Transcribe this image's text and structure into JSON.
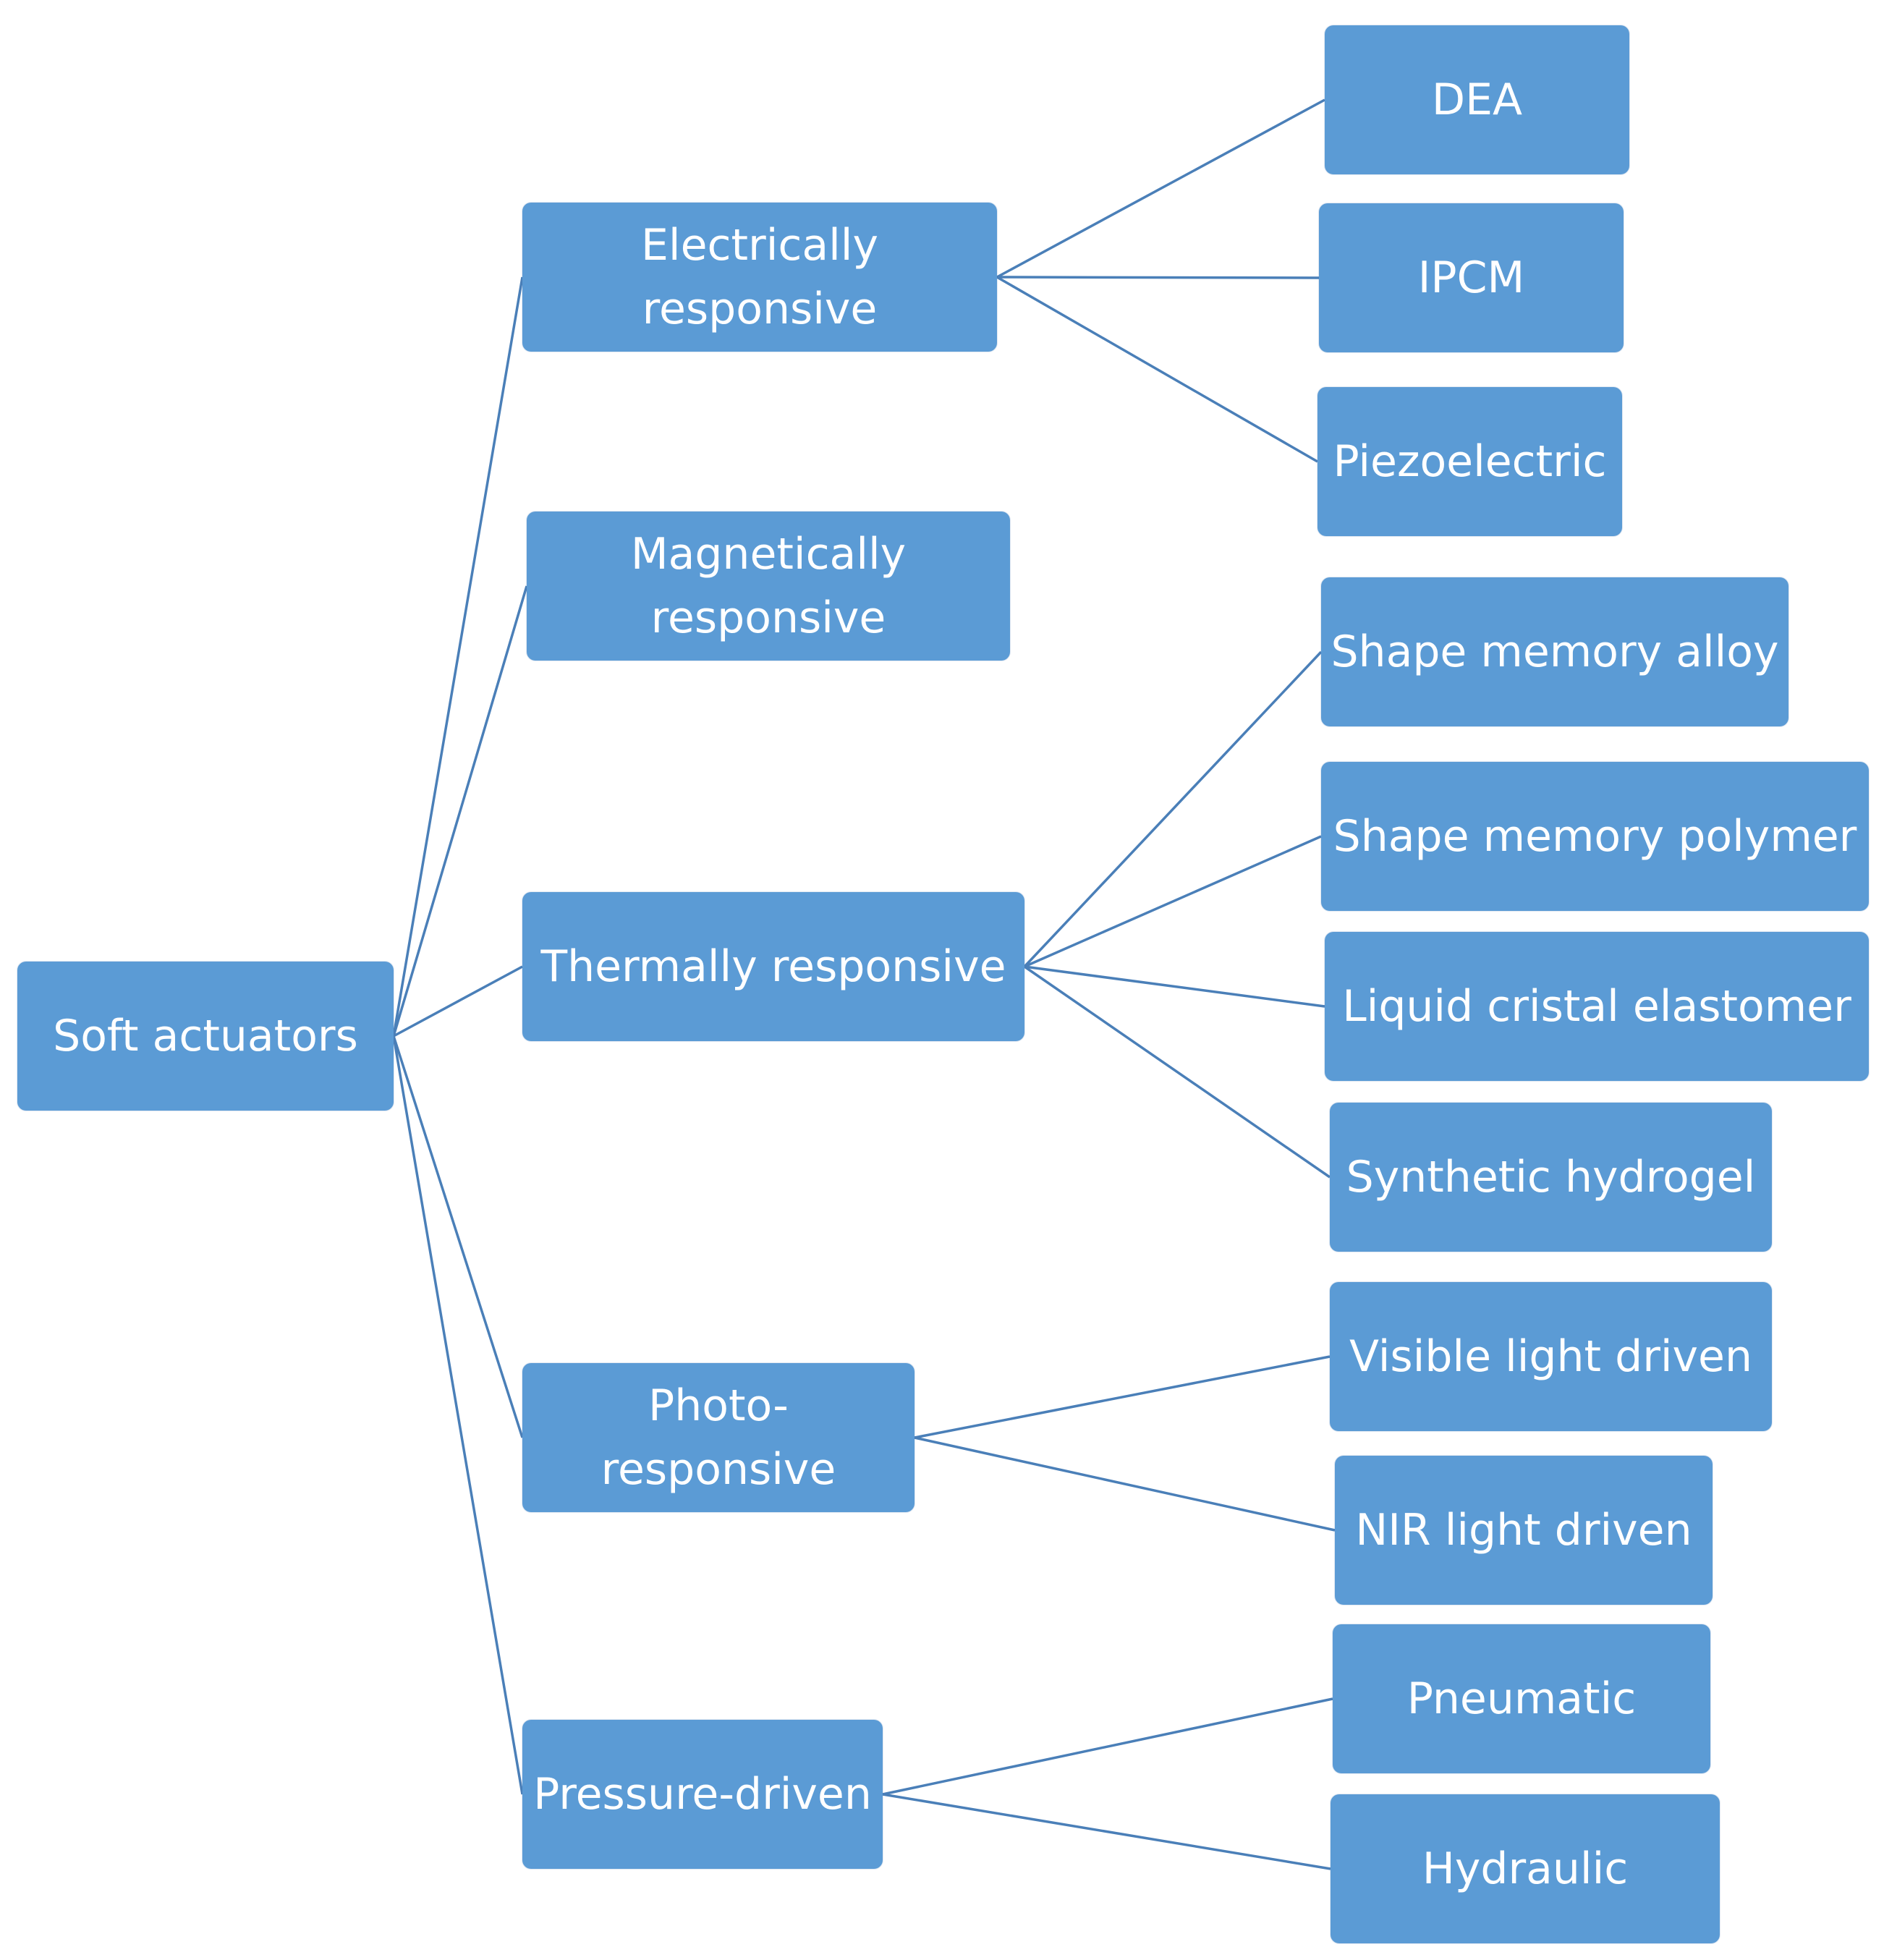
{
  "root": {
    "label": "Soft actuators"
  },
  "categories": [
    {
      "key": "elec",
      "label": "Electrically\nresponsive"
    },
    {
      "key": "mag",
      "label": "Magnetically\nresponsive"
    },
    {
      "key": "therm",
      "label": "Thermally responsive"
    },
    {
      "key": "photo",
      "label": "Photo-\nresponsive"
    },
    {
      "key": "press",
      "label": "Pressure-driven"
    }
  ],
  "leaves": {
    "dea": "DEA",
    "ipcm": "IPCM",
    "piezo": "Piezoelectric",
    "sma": "Shape memory alloy",
    "smp": "Shape memory polymer",
    "lce": "Liquid cristal elastomer",
    "hydrogel": "Synthetic hydrogel",
    "visible": "Visible light driven",
    "nir": "NIR light driven",
    "pneu": "Pneumatic",
    "hyd": "Hydraulic"
  },
  "colors": {
    "box": "#5b9bd5",
    "line": "#4a7fb8",
    "text": "#ffffff"
  }
}
